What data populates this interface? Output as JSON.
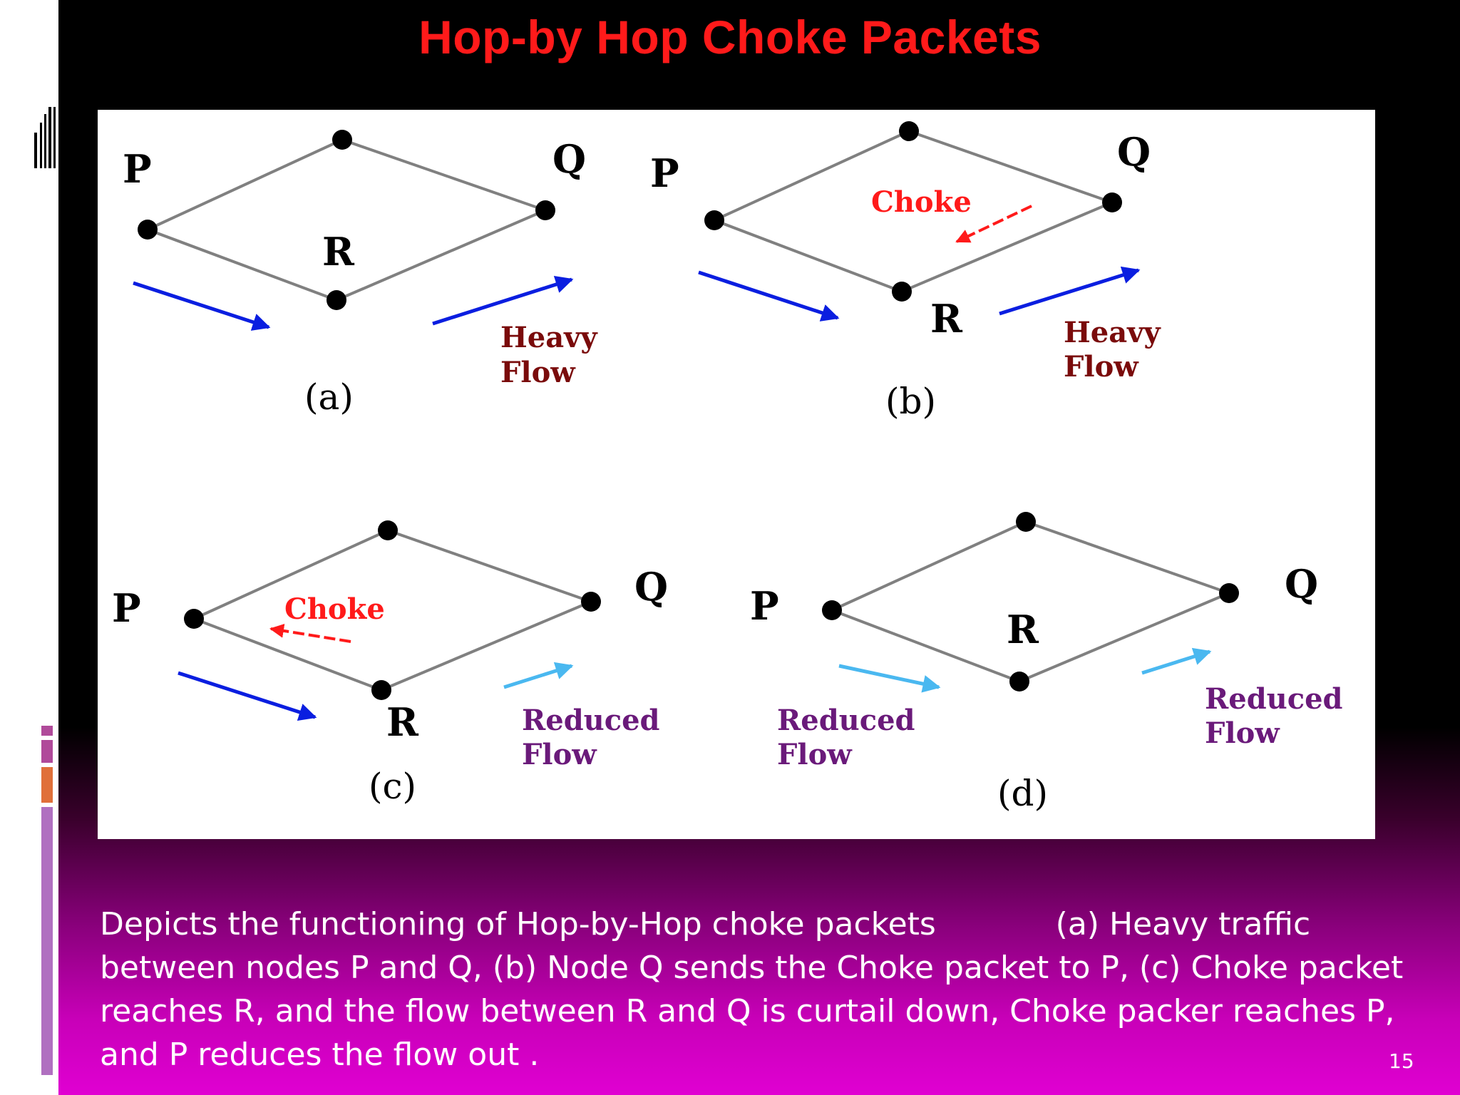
{
  "slide": {
    "title": "Hop-by Hop Choke Packets",
    "page_number": "15",
    "colors": {
      "title": "#ff1a1a",
      "heavy_flow_text": "#7a0b0b",
      "reduced_flow_text": "#6a1a7a",
      "choke_text": "#ff1a1a",
      "heavy_arrow": "#0a1ee0",
      "reduced_arrow": "#4ab8f0",
      "accent_purple": "#b04a9a",
      "accent_orange": "#e0703a",
      "accent_lavender": "#b070c0"
    }
  },
  "figure": {
    "panels": [
      {
        "label": "(a)",
        "nodes": {
          "p": "P",
          "q": "Q",
          "r": "R"
        },
        "flow": [
          "Heavy",
          "Flow"
        ]
      },
      {
        "label": "(b)",
        "nodes": {
          "p": "P",
          "q": "Q",
          "r": "R"
        },
        "flow": [
          "Heavy",
          "Flow"
        ],
        "choke": "Choke"
      },
      {
        "label": "(c)",
        "nodes": {
          "p": "P",
          "q": "Q",
          "r": "R"
        },
        "flow": [
          "Reduced",
          "Flow"
        ],
        "choke": "Choke"
      },
      {
        "label": "(d)",
        "nodes": {
          "p": "P",
          "q": "Q",
          "r": "R"
        },
        "flow_left": [
          "Reduced",
          "Flow"
        ],
        "flow_right": [
          "Reduced",
          "Flow"
        ]
      }
    ]
  },
  "caption": {
    "lines": [
      "Depicts the functioning of Hop-by-Hop choke packets            (a) Heavy traffic",
      "between nodes P and Q, (b) Node Q sends the Choke packet to P, (c) Choke packet",
      "reaches R, and the flow between R and Q is curtail down, Choke packer reaches P,",
      "and P reduces the flow out ."
    ]
  }
}
